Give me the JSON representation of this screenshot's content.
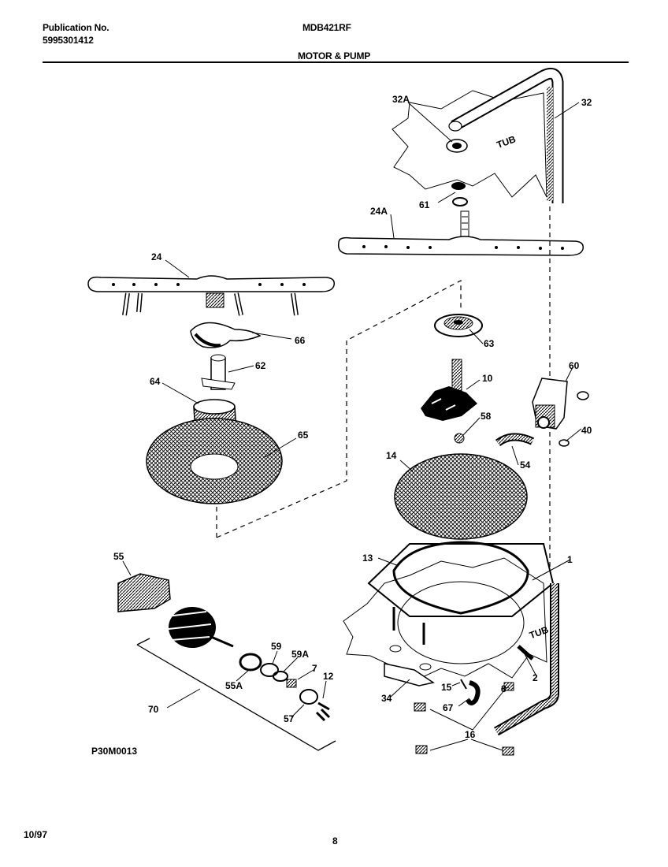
{
  "header": {
    "publication_label": "Publication No.",
    "publication_number": "5995301412",
    "model": "MDB421RF",
    "section_title": "MOTOR & PUMP"
  },
  "diagram": {
    "tub_label_top": "TUB",
    "tub_label_bottom": "TUB",
    "drawing_code": "P30M0013",
    "parts": {
      "p32A": "32A",
      "p32": "32",
      "p61": "61",
      "p24A": "24A",
      "p24": "24",
      "p66": "66",
      "p62": "62",
      "p64": "64",
      "p65": "65",
      "p63": "63",
      "p10": "10",
      "p60": "60",
      "p58": "58",
      "p40": "40",
      "p54": "54",
      "p14": "14",
      "p55": "55",
      "p13": "13",
      "p1": "1",
      "p59": "59",
      "p59A": "59A",
      "p7": "7",
      "p12": "12",
      "p55A": "55A",
      "p70": "70",
      "p57": "57",
      "p15": "15",
      "p2": "2",
      "p34": "34",
      "p67": "67",
      "p8": "8",
      "p16": "16"
    }
  },
  "footer": {
    "date": "10/97",
    "page": "8"
  }
}
